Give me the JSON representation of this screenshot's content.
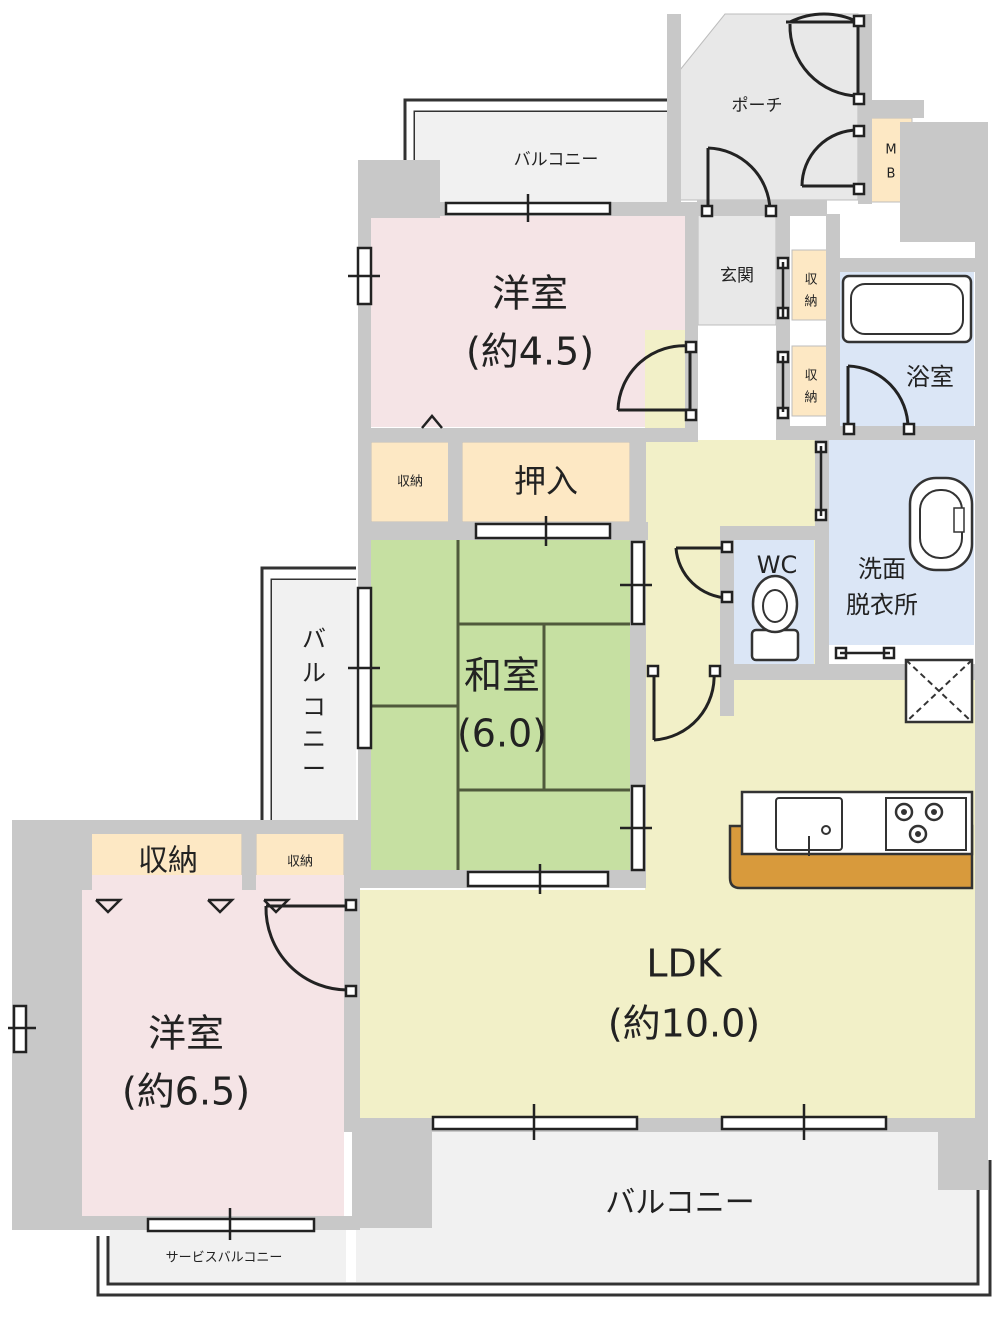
{
  "colors": {
    "wall": "#c8c8c8",
    "wall_dark": "#b4b4b4",
    "western_room": "#f5e4e6",
    "tatami": "#c6e0a2",
    "tatami_line": "#505a3c",
    "ldk": "#f2f0c8",
    "storage": "#fde8c4",
    "bath": "#dbe6f6",
    "porch": "#e8e8e8",
    "counter": "#d89a3c",
    "balcony": "#f1f1f1"
  },
  "rooms": {
    "western_1": {
      "name": "洋室",
      "size": "(約4.5)"
    },
    "washitsu": {
      "name": "和室",
      "size": "(6.0)"
    },
    "ldk": {
      "name": "LDK",
      "size": "(約10.0)"
    },
    "western_2": {
      "name": "洋室",
      "size": "(約6.5)"
    },
    "oshiire": "押入",
    "storage_top": "収納",
    "storage_bottom_large": "収納",
    "storage_bottom_small": "収納",
    "closet_genkan_1": [
      "収",
      "納"
    ],
    "closet_genkan_2": [
      "収",
      "納"
    ],
    "mb": [
      "M",
      "B"
    ],
    "entrance": "玄関",
    "bathroom": "浴室",
    "wc": "WC",
    "washroom": [
      "洗面",
      "脱衣所"
    ],
    "porch": "ポーチ"
  },
  "balconies": {
    "top": "バルコニー",
    "left": [
      "バ",
      "ル",
      "コ",
      "ニ",
      "ー"
    ],
    "bottom": "バルコニー",
    "service": "サービスバルコニー"
  }
}
